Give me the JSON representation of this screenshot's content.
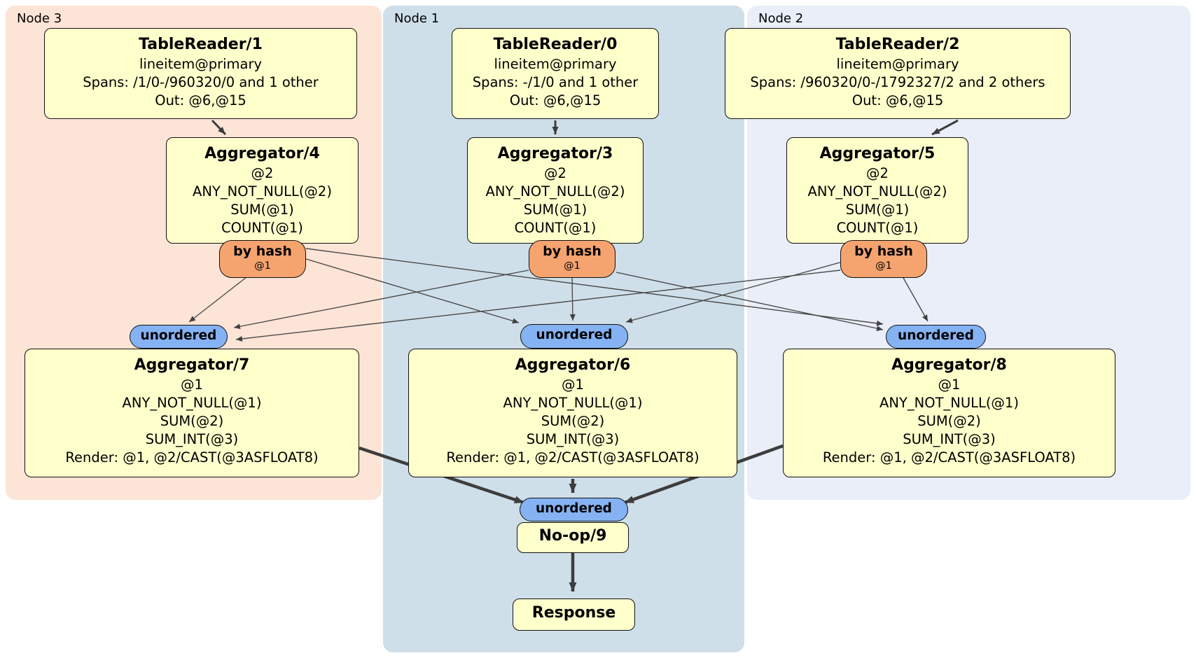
{
  "regions": {
    "node3": {
      "label": "Node 3"
    },
    "node1": {
      "label": "Node 1"
    },
    "node2": {
      "label": "Node 2"
    }
  },
  "processors": {
    "tr1": {
      "title": "TableReader/1",
      "index": "lineitem@primary",
      "spans": "Spans: /1/0-/960320/0 and 1 other",
      "out": "Out: @6,@15"
    },
    "tr0": {
      "title": "TableReader/0",
      "index": "lineitem@primary",
      "spans": "Spans: -/1/0 and 1 other",
      "out": "Out: @6,@15"
    },
    "tr2": {
      "title": "TableReader/2",
      "index": "lineitem@primary",
      "spans": "Spans: /960320/0-/1792327/2 and 2 others",
      "out": "Out: @6,@15"
    },
    "agg4": {
      "title": "Aggregator/4",
      "group": "@2",
      "fn1": "ANY_NOT_NULL(@2)",
      "fn2": "SUM(@1)",
      "fn3": "COUNT(@1)"
    },
    "agg3": {
      "title": "Aggregator/3",
      "group": "@2",
      "fn1": "ANY_NOT_NULL(@2)",
      "fn2": "SUM(@1)",
      "fn3": "COUNT(@1)"
    },
    "agg5": {
      "title": "Aggregator/5",
      "group": "@2",
      "fn1": "ANY_NOT_NULL(@2)",
      "fn2": "SUM(@1)",
      "fn3": "COUNT(@1)"
    },
    "agg7": {
      "title": "Aggregator/7",
      "group": "@1",
      "fn1": "ANY_NOT_NULL(@1)",
      "fn2": "SUM(@2)",
      "fn3": "SUM_INT(@3)",
      "render": "Render: @1, @2/CAST(@3ASFLOAT8)"
    },
    "agg6": {
      "title": "Aggregator/6",
      "group": "@1",
      "fn1": "ANY_NOT_NULL(@1)",
      "fn2": "SUM(@2)",
      "fn3": "SUM_INT(@3)",
      "render": "Render: @1, @2/CAST(@3ASFLOAT8)"
    },
    "agg8": {
      "title": "Aggregator/8",
      "group": "@1",
      "fn1": "ANY_NOT_NULL(@1)",
      "fn2": "SUM(@2)",
      "fn3": "SUM_INT(@3)",
      "render": "Render: @1, @2/CAST(@3ASFLOAT8)"
    },
    "noop": {
      "title": "No-op/9"
    },
    "response": {
      "title": "Response"
    }
  },
  "routers": {
    "r3": {
      "label": "by hash",
      "key": "@1"
    },
    "r1": {
      "label": "by hash",
      "key": "@1"
    },
    "r2": {
      "label": "by hash",
      "key": "@1"
    }
  },
  "streams": {
    "s7": {
      "label": "unordered"
    },
    "s6": {
      "label": "unordered"
    },
    "s8": {
      "label": "unordered"
    },
    "s9": {
      "label": "unordered"
    }
  },
  "colors": {
    "node3_bg": "#fce4d6",
    "node1_bg": "#cfdfe9",
    "node2_bg": "#e9eef8",
    "box_fill": "#ffffcc",
    "router_fill": "#f5a470",
    "sync_fill": "#85b2f2",
    "edge": "#404040"
  }
}
